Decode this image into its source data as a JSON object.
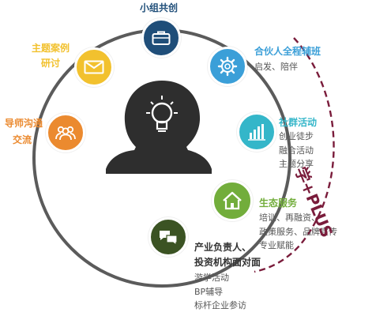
{
  "colors": {
    "navy": "#1f4e79",
    "sky": "#3b9fd8",
    "teal": "#34b6c9",
    "green": "#72ad3b",
    "darkgreen": "#3b5323",
    "orange": "#eb8a2f",
    "yellow": "#f2c12e",
    "ring": "#5b5b5b",
    "plus_arc": "#7a1c3b"
  },
  "icons": [
    "briefcase-icon",
    "gear-icon",
    "bar-chart-icon",
    "house-icon",
    "chat-bubbles-icon",
    "group-icon",
    "envelope-icon",
    "lightbulb-head-icon"
  ],
  "nodes": {
    "top": {
      "title": "小组共创"
    },
    "partner": {
      "title": "合伙人全程辅班",
      "subtitle": "启发、陪伴"
    },
    "community": {
      "title": "社群活动",
      "items": [
        "创业徒步",
        "融合活动",
        "主题分享"
      ]
    },
    "eco": {
      "title": "生态服务",
      "items": [
        "培训、再融资、",
        "政策服务、品牌宣传",
        "专业赋能"
      ]
    },
    "leader": {
      "title_line1": "产业负责人、",
      "title_line2": "投资机构面对面",
      "items": [
        "游学活动",
        "BP辅导",
        "标杆企业参访"
      ]
    },
    "mentor": {
      "title_line1": "导师沟通",
      "title_line2": "交流"
    },
    "case": {
      "title_line1": "主题案例",
      "title_line2": "研讨"
    }
  },
  "plus_label": "学+PLUS"
}
